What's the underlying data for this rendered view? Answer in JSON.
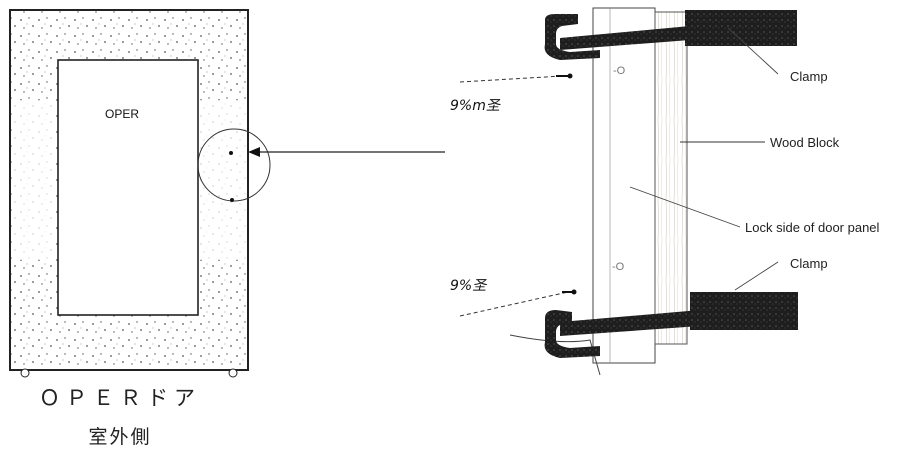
{
  "door": {
    "inner_label": "OPER",
    "caption_line1": "ＯＰＥＲドア",
    "caption_line2": "室外側"
  },
  "detail": {
    "clamp_top": "Clamp",
    "wood_block": "Wood Block",
    "lock_side": "Lock side of door panel",
    "clamp_bottom": "Clamp",
    "hole_top": "9%m圣",
    "hole_bottom": "9%圣"
  }
}
